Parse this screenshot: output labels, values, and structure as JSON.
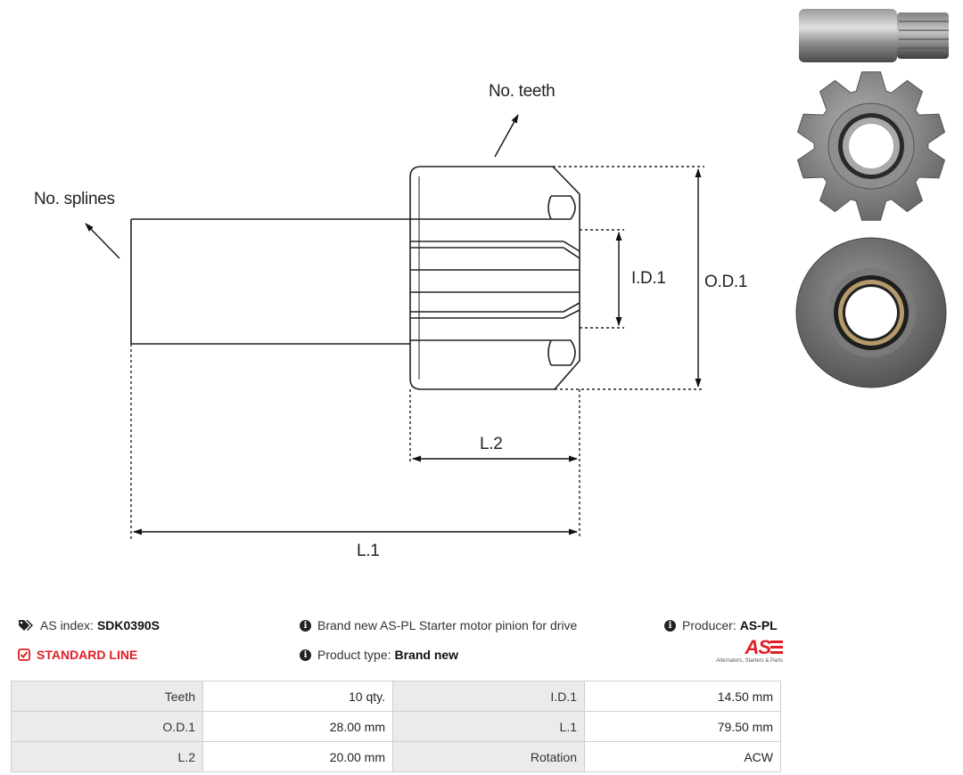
{
  "diagram": {
    "labels": {
      "teeth": "No. teeth",
      "splines": "No. splines",
      "id1": "I.D.1",
      "od1": "O.D.1",
      "l2": "L.2",
      "l1": "L.1"
    }
  },
  "product": {
    "as_index_label": "AS index:",
    "as_index_value": "SDK0390S",
    "line": "STANDARD LINE",
    "description": "Brand new AS-PL Starter motor pinion for drive",
    "product_type_label": "Product type:",
    "product_type_value": "Brand new",
    "producer_label": "Producer:",
    "producer_value": "AS-PL",
    "logo_text": "AS",
    "logo_tagline": "Alternators, Starters & Parts"
  },
  "specs": [
    [
      {
        "label": "Teeth",
        "value": "10 qty."
      },
      {
        "label": "I.D.1",
        "value": "14.50 mm"
      }
    ],
    [
      {
        "label": "O.D.1",
        "value": "28.00 mm"
      },
      {
        "label": "L.1",
        "value": "79.50 mm"
      }
    ],
    [
      {
        "label": "L.2",
        "value": "20.00 mm"
      },
      {
        "label": "Rotation",
        "value": "ACW"
      }
    ]
  ],
  "colors": {
    "accent_red": "#e01e25",
    "label_cell_bg": "#ebebeb",
    "border": "#d0d0d0"
  },
  "icons": {
    "tag": "tags-icon",
    "check": "check-square-icon",
    "info": "info-circle-icon"
  }
}
